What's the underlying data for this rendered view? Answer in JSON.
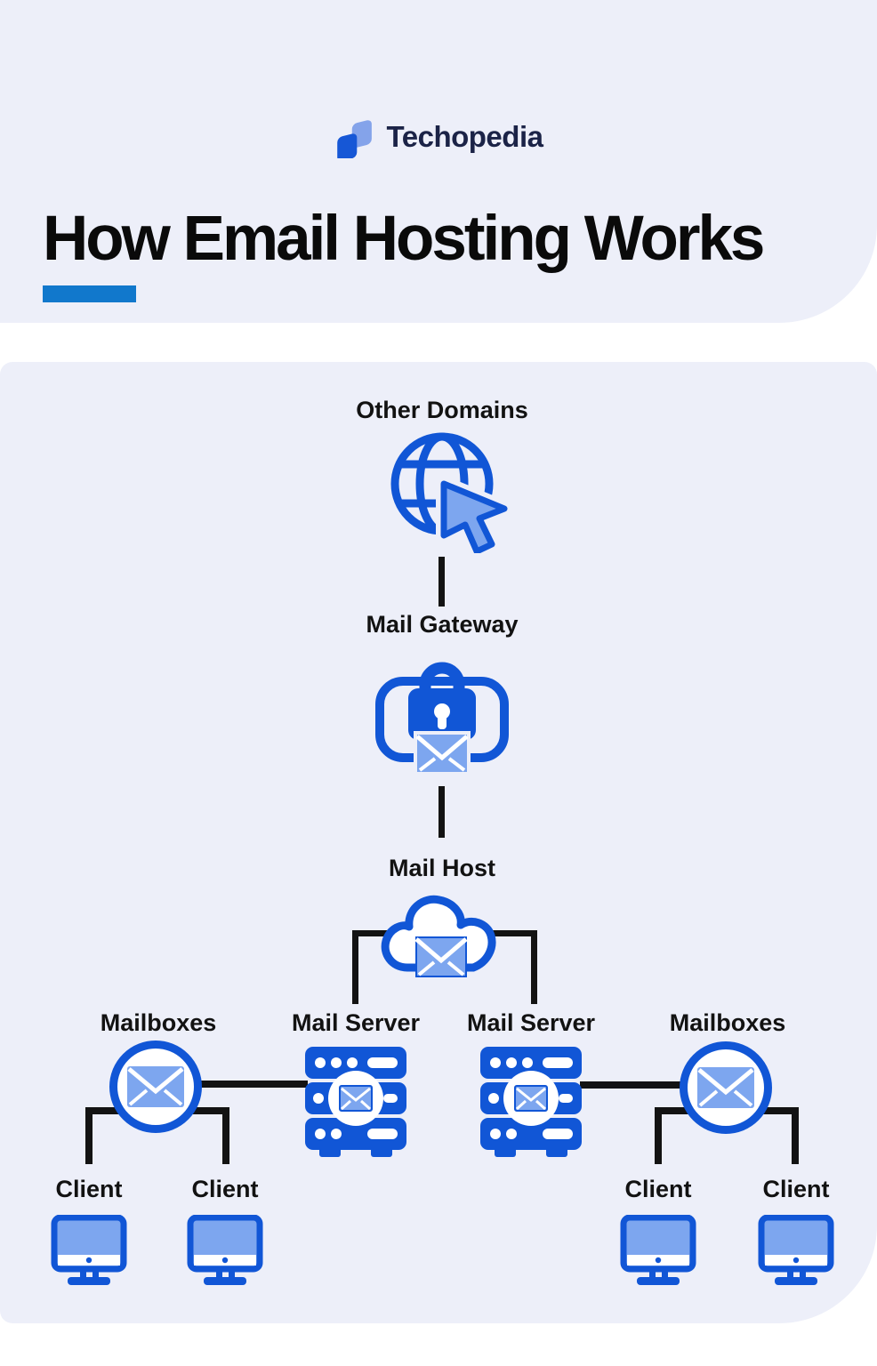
{
  "brand": {
    "name": "Techopedia"
  },
  "header": {
    "title": "How Email Hosting Works"
  },
  "nodes": {
    "other_domains": "Other Domains",
    "mail_gateway": "Mail Gateway",
    "mail_host": "Mail Host",
    "mail_server_left": "Mail Server",
    "mail_server_right": "Mail Server",
    "mailboxes_left": "Mailboxes",
    "mailboxes_right": "Mailboxes",
    "clients": [
      "Client",
      "Client",
      "Client",
      "Client"
    ]
  },
  "edges": [
    [
      "other_domains",
      "mail_gateway"
    ],
    [
      "mail_gateway",
      "mail_host"
    ],
    [
      "mail_host",
      "mail_server_left"
    ],
    [
      "mail_host",
      "mail_server_right"
    ],
    [
      "mail_server_left",
      "mailboxes_left"
    ],
    [
      "mail_server_right",
      "mailboxes_right"
    ],
    [
      "mailboxes_left",
      "client_1"
    ],
    [
      "mailboxes_left",
      "client_2"
    ],
    [
      "mailboxes_right",
      "client_3"
    ],
    [
      "mailboxes_right",
      "client_4"
    ]
  ],
  "colors": {
    "primary_blue": "#1156d6",
    "light_blue": "#7da6ef",
    "accent_bar": "#1178cc",
    "bg_tint": "#edeff9",
    "line": "#131313",
    "brand_navy": "#1b2347",
    "logo_dark": "#1657d6",
    "logo_light": "#84a3ea",
    "title_black": "#0a0a0a"
  }
}
